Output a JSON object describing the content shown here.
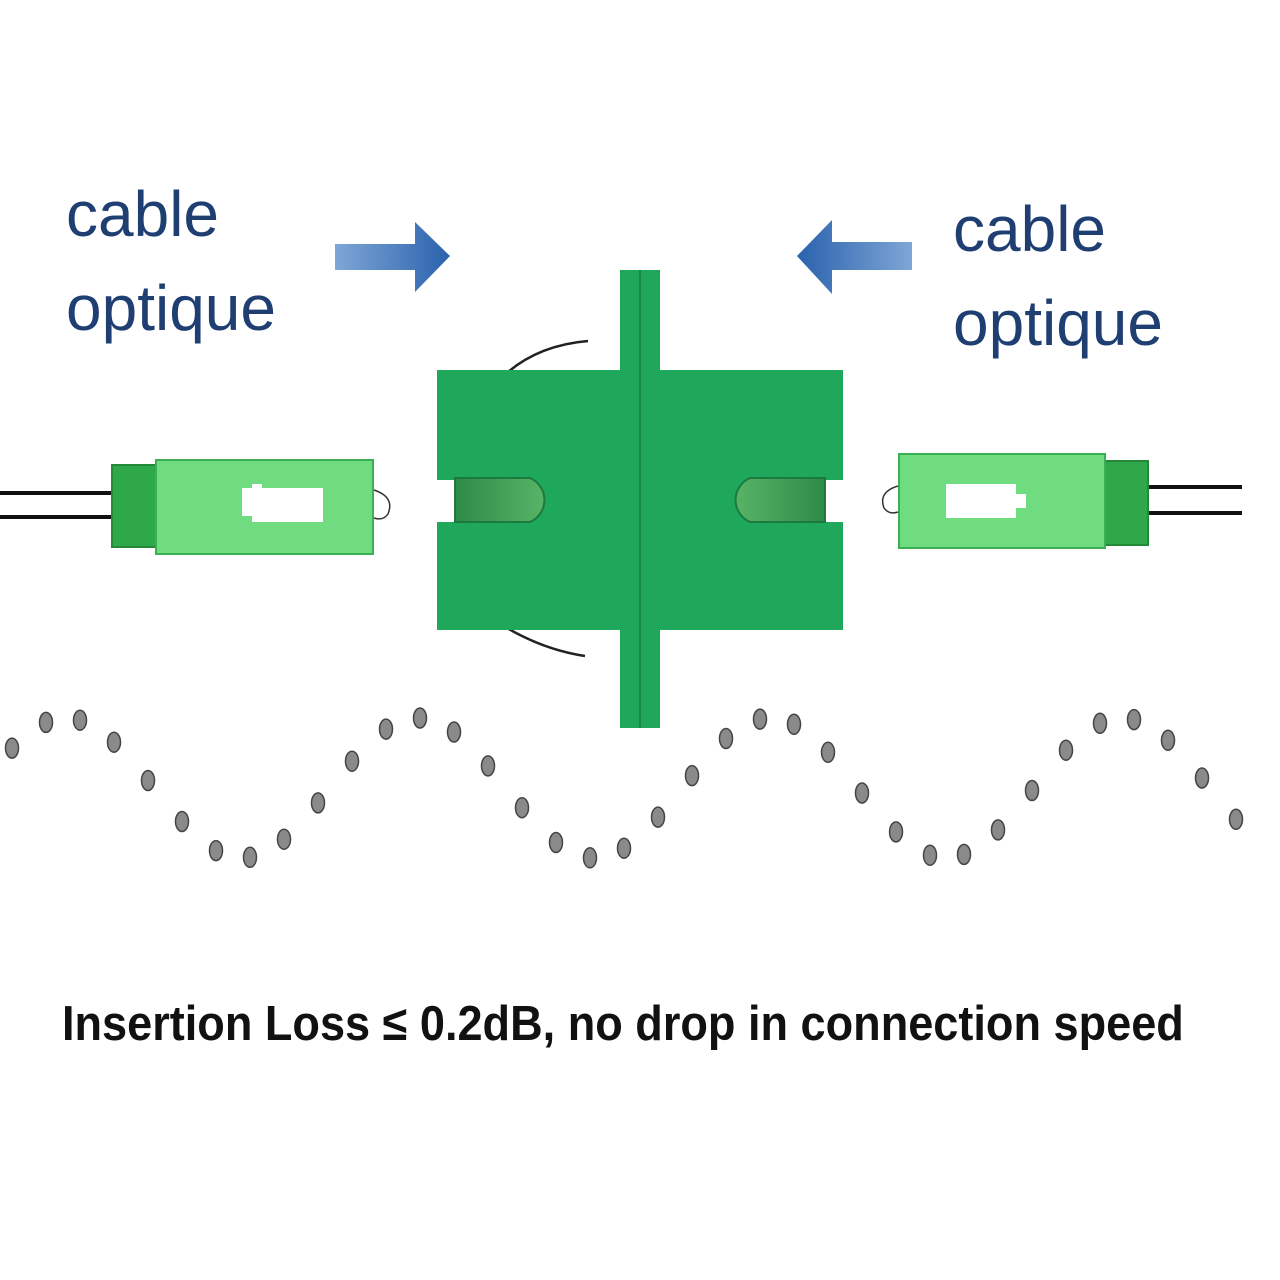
{
  "labels": {
    "left": {
      "line1": "cable",
      "line2": "optique"
    },
    "right": {
      "line1": "cable",
      "line2": "optique"
    }
  },
  "caption": "Insertion Loss ≤ 0.2dB, no drop in connection speed",
  "colors": {
    "label_text": "#1f3f73",
    "arrow": "#3a6fb0",
    "adapter_green": "#1fa85c",
    "connector_green": "#6fdc80",
    "connector_dark_green": "#2fa84a",
    "dots": "#777777",
    "caption_text": "#111111"
  },
  "icons": [
    "arrow-right-icon",
    "arrow-left-icon",
    "sc-adapter",
    "sc-connector-left",
    "sc-connector-right",
    "signal-wave"
  ]
}
